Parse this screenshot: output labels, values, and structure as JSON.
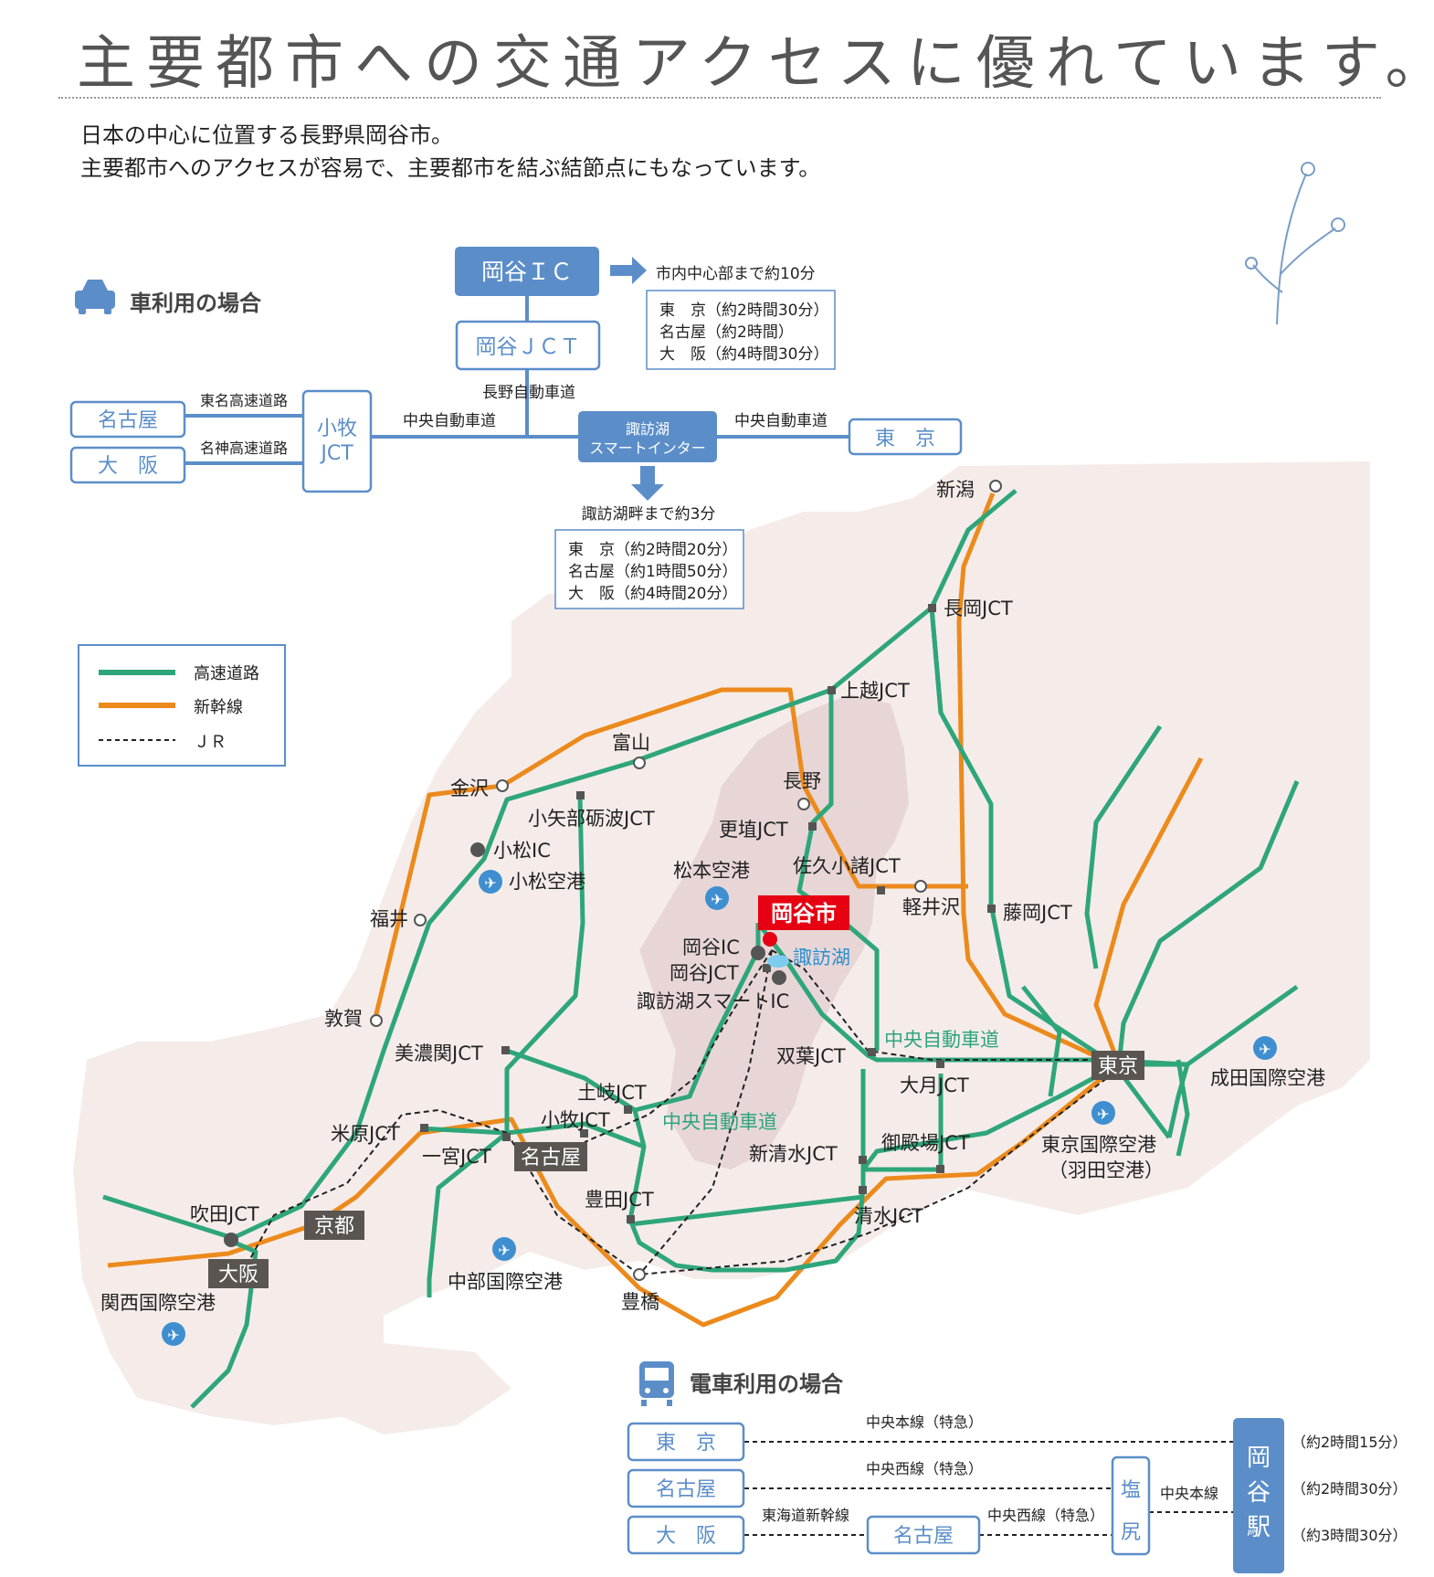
{
  "title": "主要都市への交通アクセスに優れています。",
  "intro": {
    "line1": "日本の中心に位置する長野県岡谷市。",
    "line2": "主要都市へのアクセスが容易で、主要都市を結ぶ結節点にもなっています。"
  },
  "car": {
    "heading": "車利用の場合",
    "okaya_ic": "岡谷ＩＣ",
    "okaya_jct": "岡谷ＪＣＴ",
    "nagano_expressway": "長野自動車道",
    "city_center": "市内中心部まで約10分",
    "ic_times": [
      "東　京（約2時間30分）",
      "名古屋（約2時間）",
      "大　阪（約4時間30分）"
    ],
    "nagoya": "名古屋",
    "osaka": "大　阪",
    "tomei": "東名高速道路",
    "meishin": "名神高速道路",
    "komaki_1": "小牧",
    "komaki_2": "JCT",
    "chuo_left": "中央自動車道",
    "chuo_right": "中央自動車道",
    "suwa_1": "諏訪湖",
    "suwa_2": "スマートインター",
    "tokyo": "東　京",
    "lake": "諏訪湖畔まで約3分",
    "smart_times": [
      "東　京（約2時間20分）",
      "名古屋（約1時間50分）",
      "大　阪（約4時間20分）"
    ]
  },
  "legend": {
    "expressway": "高速道路",
    "shinkansen": "新幹線",
    "jr": "ＪＲ"
  },
  "colors": {
    "expressway": "#2ea67a",
    "shinkansen": "#ec8a1c",
    "box_blue": "#5b8ec9",
    "highlight_red": "#e60012",
    "land": "#f5ece9",
    "nagano": "#e8d6d6"
  },
  "map": {
    "niigata": "新潟",
    "nagaoka_jct": "長岡JCT",
    "joetsu_jct": "上越JCT",
    "toyama": "富山",
    "kanazawa": "金沢",
    "oyabe": "小矢部砺波JCT",
    "nagano": "長野",
    "koshoku": "更埴JCT",
    "komatsu_ic": "小松IC",
    "komatsu_airport": "小松空港",
    "matsumoto_airport": "松本空港",
    "saku": "佐久小諸JCT",
    "karuizawa": "軽井沢",
    "fujioka": "藤岡JCT",
    "fukui": "福井",
    "okaya_city": "岡谷市",
    "okaya_ic": "岡谷IC",
    "suwako": "諏訪湖",
    "okaya_jct": "岡谷JCT",
    "suwako_smart": "諏訪湖スマートIC",
    "tsuruga": "敦賀",
    "minoseki": "美濃関JCT",
    "futaba": "双葉JCT",
    "chuo_east": "中央自動車道",
    "tokyo": "東京",
    "narita": "成田国際空港",
    "toki": "土岐JCT",
    "otsuki": "大月JCT",
    "komaki": "小牧JCT",
    "chuo_west": "中央自動車道",
    "maibara": "米原JCT",
    "ichinomiya": "一宮JCT",
    "nagoya": "名古屋",
    "gotemba": "御殿場JCT",
    "haneda_1": "東京国際空港",
    "haneda_2": "（羽田空港）",
    "shinshimizu": "新清水JCT",
    "suita": "吹田JCT",
    "kyoto": "京都",
    "toyota": "豊田JCT",
    "shimizu": "清水JCT",
    "osaka": "大阪",
    "chubu": "中部国際空港",
    "toyohashi": "豊橋",
    "kansai": "関西国際空港"
  },
  "train": {
    "heading": "電車利用の場合",
    "tokyo": "東　京",
    "nagoya": "名古屋",
    "osaka": "大　阪",
    "nagoya_mid": "名古屋",
    "shiojiri_1": "塩",
    "shiojiri_2": "尻",
    "okaya_1": "岡",
    "okaya_2": "谷",
    "okaya_3": "駅",
    "chuo_line": "中央本線（特急）",
    "chuo_west": "中央西線（特急）",
    "tokaido": "東海道新幹線",
    "chuo_west2": "中央西線（特急）",
    "chuo_main": "中央本線",
    "time_tokyo": "（約2時間15分）",
    "time_nagoya": "（約2時間30分）",
    "time_osaka": "（約3時間30分）"
  }
}
